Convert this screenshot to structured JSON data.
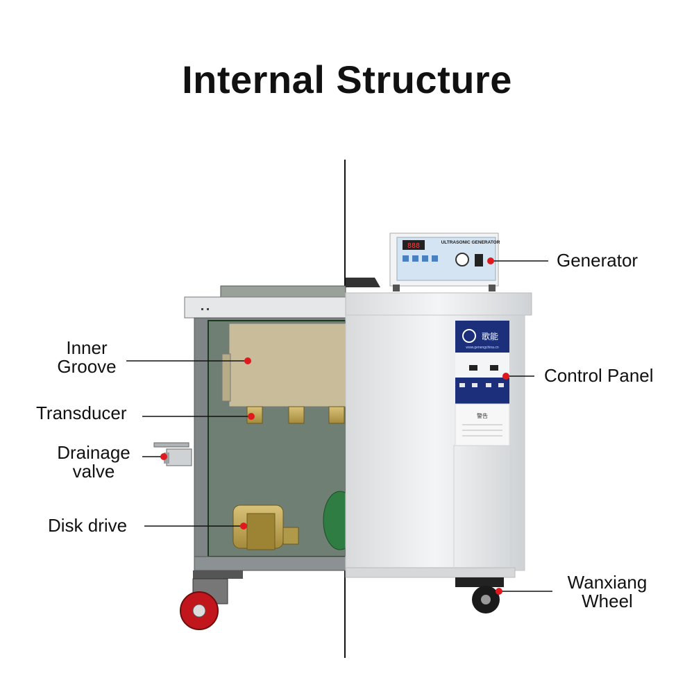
{
  "title": "Internal Structure",
  "labels": {
    "generator": "Generator",
    "control_panel": "Control Panel",
    "wanxiang_wheel_1": "Wanxiang",
    "wanxiang_wheel_2": "Wheel",
    "inner_groove_1": "Inner",
    "inner_groove_2": "Groove",
    "transducer": "Transducer",
    "drainage_valve_1": "Drainage",
    "drainage_valve_2": "valve",
    "disk_drive": "Disk drive"
  },
  "generator_panel": {
    "title": "ULTRASONIC GENERATOR",
    "display": "888"
  },
  "control_panel": {
    "brand": "歌能",
    "website": "www.genengchina.cn",
    "warning_title": "警告"
  },
  "colors": {
    "marker": "#e0191e",
    "leader": "#111111",
    "panel_blue": "#1b2f7a",
    "tank_green": "#3d5a3c"
  }
}
